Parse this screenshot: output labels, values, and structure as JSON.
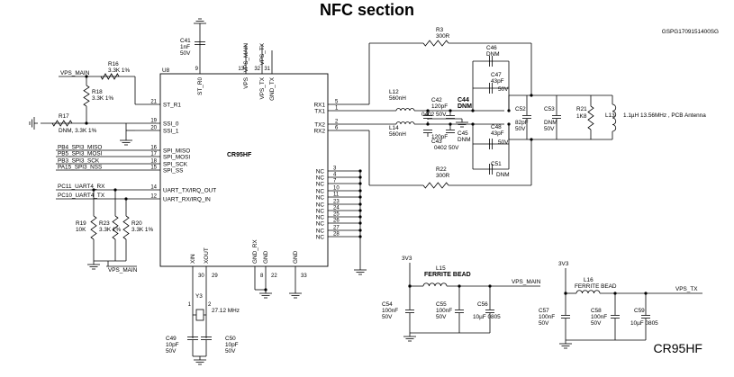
{
  "title": "NFC section",
  "doc_code": "GSPG1709151400SG",
  "part_footer": "CR95HF",
  "u8": {
    "ref": "U8",
    "name": "CR95HF",
    "left_pins": [
      {
        "num": "21",
        "name": "ST_R1"
      },
      {
        "num": "19",
        "name": "SSI_0"
      },
      {
        "num": "20",
        "name": "SSI_1"
      },
      {
        "num": "16",
        "name": "SPI_MISO"
      },
      {
        "num": "17",
        "name": "SPI_MOSI"
      },
      {
        "num": "18",
        "name": "SPI_SCK"
      },
      {
        "num": "15",
        "name": "SPI_SS"
      },
      {
        "num": "14",
        "name": "UART_TX/IRQ_OUT"
      },
      {
        "num": "12",
        "name": "UART_RX/IRQ_IN"
      }
    ],
    "right_pins": [
      {
        "num": "5",
        "name": "RX1"
      },
      {
        "num": "1",
        "name": "TX1"
      },
      {
        "num": "2",
        "name": "TX2"
      },
      {
        "num": "6",
        "name": "RX2"
      }
    ],
    "nc_pins": [
      "3",
      "4",
      "7",
      "10",
      "11",
      "23",
      "24",
      "25",
      "26",
      "27",
      "28"
    ],
    "nc_label": "NC",
    "top_pins": [
      {
        "num": "9",
        "name": "ST_R0"
      },
      {
        "num": "13",
        "name": "VPS"
      },
      {
        "num": "32",
        "name": "VPS_TX"
      },
      {
        "num": "31",
        "name": "GND_TX"
      }
    ],
    "bottom_pins": [
      {
        "num": "30",
        "name": "XIN"
      },
      {
        "num": "29",
        "name": "XOUT"
      },
      {
        "num": "8",
        "name": "GND_RX"
      },
      {
        "num": "22",
        "name": "GND"
      },
      {
        "num": "33",
        "name": "GND"
      }
    ]
  },
  "nets": {
    "vps_main": "VPS_MAIN",
    "vps_tx": "VPS_TX",
    "v3v3": "3V3",
    "miso": "PB4_SPI3_MISO",
    "mosi": "PB5_SPI3_MOSI",
    "sck": "PB3_SPI3_SCK",
    "nss": "PA15_SPI3_NSS",
    "uart_rx": "PC11_UART4_RX",
    "uart_tx": "PC10_UART4_TX"
  },
  "components": {
    "c41": {
      "ref": "C41",
      "v1": "1nF",
      "v2": "50V"
    },
    "r16": {
      "ref": "R16",
      "v1": "3.3K 1%"
    },
    "r18": {
      "ref": "R18",
      "v1": "3.3K 1%"
    },
    "r17": {
      "ref": "R17",
      "v1": "DNM, 3.3K 1%"
    },
    "r19": {
      "ref": "R19",
      "v1": "10K"
    },
    "r23": {
      "ref": "R23",
      "v1": "3.3K 1%"
    },
    "r20": {
      "ref": "R20",
      "v1": "3.3K 1%"
    },
    "r3": {
      "ref": "R3",
      "v1": "300R"
    },
    "r22": {
      "ref": "R22",
      "v1": "300R"
    },
    "l12": {
      "ref": "L12",
      "v1": "560nH"
    },
    "l14": {
      "ref": "L14",
      "v1": "560nH"
    },
    "c42": {
      "ref": "C42",
      "v1": "120pF",
      "v2": "0402 50V"
    },
    "c44": {
      "ref": "C44",
      "v1": "DNM"
    },
    "c43": {
      "ref": "C43",
      "v1": "120pF",
      "v2": "0402 50V"
    },
    "c45": {
      "ref": "C45",
      "v1": "DNM"
    },
    "c46": {
      "ref": "C46",
      "v1": "DNM"
    },
    "c47": {
      "ref": "C47",
      "v1": "43pF",
      "v2": "50V"
    },
    "c48": {
      "ref": "C48",
      "v1": "43pF",
      "v2": "50V"
    },
    "c51": {
      "ref": "C51",
      "v1": "DNM"
    },
    "c52": {
      "ref": "C52",
      "v1": "82pF",
      "v2": "50V"
    },
    "c53": {
      "ref": "C53",
      "v1": "DNM",
      "v2": "50V"
    },
    "r21": {
      "ref": "R21",
      "v1": "1K8"
    },
    "l13": {
      "ref": "L13",
      "v1": "1.1µH 13.56MHz , PCB Antenna"
    },
    "y3": {
      "ref": "Y3",
      "v1": "27.12 MHz",
      "p1": "1",
      "p2": "2"
    },
    "c49": {
      "ref": "C49",
      "v1": "10pF",
      "v2": "50V"
    },
    "c50": {
      "ref": "C50",
      "v1": "10pF",
      "v2": "50V"
    },
    "l15": {
      "ref": "L15",
      "v1": "FERRITE BEAD"
    },
    "c54": {
      "ref": "C54",
      "v1": "100nF",
      "v2": "50V"
    },
    "c55": {
      "ref": "C55",
      "v1": "100nF",
      "v2": "50V"
    },
    "c56": {
      "ref": "C56",
      "v1": "10µF 0805"
    },
    "l16": {
      "ref": "L16",
      "v1": "FERRITE BEAD"
    },
    "c57": {
      "ref": "C57",
      "v1": "100nF",
      "v2": "50V"
    },
    "c58": {
      "ref": "C58",
      "v1": "100nF",
      "v2": "50V"
    },
    "c59": {
      "ref": "C59",
      "v1": "10µF 0805"
    }
  }
}
